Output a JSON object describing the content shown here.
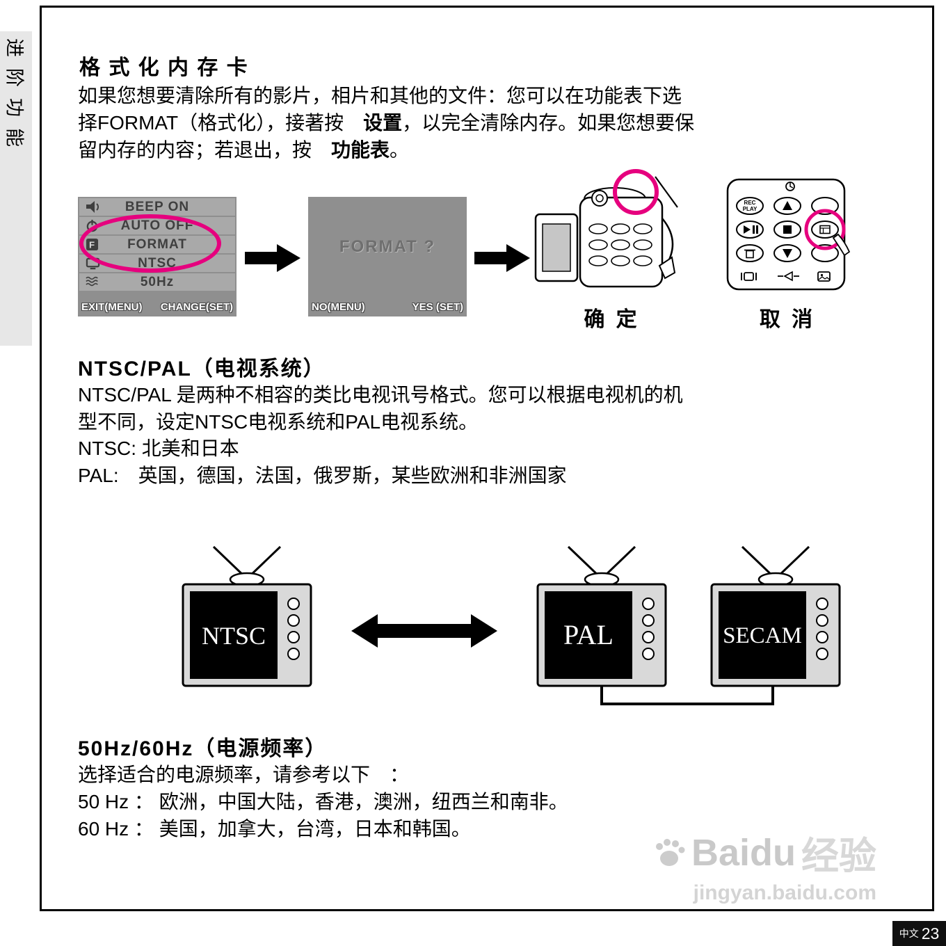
{
  "colors": {
    "highlight_pink": "#e6007e",
    "screen_gray": "#8f8f8f",
    "row_gray": "#a9a9a9"
  },
  "sidebar": {
    "label": "进阶功能"
  },
  "format_section": {
    "title": "格 式 化 内 存 卡",
    "line1": "如果您想要清除所有的影片，相片和其他的文件：您可以在功能表下选",
    "line2_pre": "择FORMAT（格式化），接著按　",
    "line2_bold": "设置",
    "line2_post": "，以完全清除内存。如果您想要保",
    "line3_pre": "留内存的内容；若退出，按　",
    "line3_bold": "功能表",
    "line3_post": "。"
  },
  "menu_screen": {
    "items": [
      {
        "icon": "speaker-icon",
        "label": "BEEP ON"
      },
      {
        "icon": "power-icon",
        "label": "AUTO OFF"
      },
      {
        "icon": "format-icon",
        "label": "FORMAT"
      },
      {
        "icon": "tv-icon",
        "label": "NTSC"
      },
      {
        "icon": "frequency-icon",
        "label": "50Hz"
      }
    ],
    "footer_left": "EXIT(MENU)",
    "footer_right": "CHANGE(SET)"
  },
  "confirm_screen": {
    "prompt": "FORMAT ?",
    "footer_left": "NO(MENU)",
    "footer_right": "YES (SET)"
  },
  "camera": {
    "label": "确 定"
  },
  "remote": {
    "label": "取 消",
    "rec_play_line1": "REC",
    "rec_play_line2": "PLAY"
  },
  "tv_section": {
    "title": "NTSC/PAL（电视系统）",
    "line1": "NTSC/PAL  是两种不相容的类比电视讯号格式。您可以根据电视机的机",
    "line2": "型不同，设定NTSC电视系统和PAL电视系统。",
    "ntsc_label": "NTSC:",
    "ntsc_value": "北美和日本",
    "pal_label": "PAL:",
    "pal_value": "英国，德国，法国，俄罗斯，某些欧洲和非洲国家"
  },
  "tv_diagram": {
    "tv1": "NTSC",
    "tv2": "PAL",
    "tv3": "SECAM"
  },
  "freq_section": {
    "title": "50Hz/60Hz（电源频率）",
    "intro": "选择适合的电源频率，请参考以下　：",
    "row1_label": "50 Hz ：",
    "row1_value": "欧洲，中国大陆，香港，澳洲，纽西兰和南非。",
    "row2_label": "60 Hz ：",
    "row2_value": "美国，加拿大，台湾，日本和韩国。"
  },
  "watermark": {
    "brand": "Baidu",
    "brand_cn": "经验",
    "url": "jingyan.baidu.com"
  },
  "page_footer": {
    "lang": "中文",
    "number": "23"
  }
}
